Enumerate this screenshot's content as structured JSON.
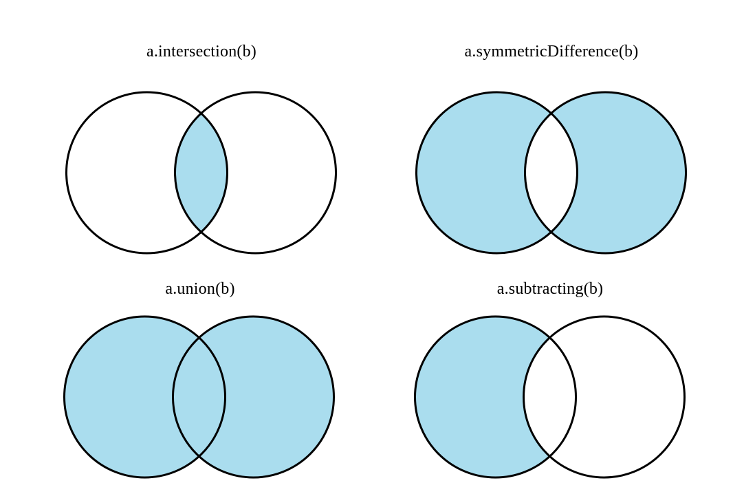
{
  "page": {
    "background": "#ffffff",
    "description": "Four Venn diagrams illustrating Swift set operations"
  },
  "colors": {
    "fill": "#AADDEE",
    "empty": "#ffffff",
    "stroke": "#000000"
  },
  "panels": [
    {
      "id": "intersection",
      "title": "a.intersection(b)",
      "fill_left": false,
      "fill_right": false,
      "fill_intersection": true
    },
    {
      "id": "symmetric-difference",
      "title": "a.symmetricDifference(b)",
      "fill_left": true,
      "fill_right": true,
      "fill_intersection": false
    },
    {
      "id": "union",
      "title": "a.union(b)",
      "fill_left": true,
      "fill_right": true,
      "fill_intersection": true
    },
    {
      "id": "subtracting",
      "title": "a.subtracting(b)",
      "fill_left": true,
      "fill_right": false,
      "fill_intersection": false
    }
  ]
}
